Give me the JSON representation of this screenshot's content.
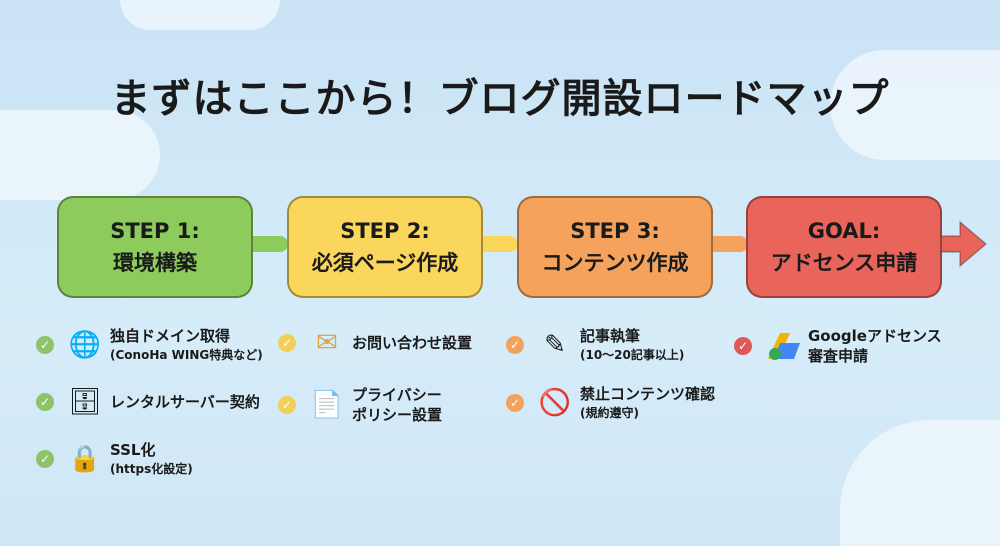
{
  "title": "まずはここから！ブログ開設ロードマップ",
  "colors": {
    "step1": "#8dcc5c",
    "step2": "#fbd65c",
    "step3": "#f5a35c",
    "goal": "#e9655c"
  },
  "steps": [
    {
      "label": "STEP 1:",
      "name": "環境構築"
    },
    {
      "label": "STEP 2:",
      "name": "必須ページ作成"
    },
    {
      "label": "STEP 3:",
      "name": "コンテンツ作成"
    },
    {
      "label": "GOAL:",
      "name": "アドセンス申請"
    }
  ],
  "items": [
    {
      "main": "独自ドメイン取得",
      "sub": "(ConoHa WING特典など)",
      "icon": "globe-icon"
    },
    {
      "main": "レンタルサーバー契約",
      "icon": "server-icon"
    },
    {
      "main": "SSL化",
      "sub": "(https化設定)",
      "icon": "lock-icon"
    },
    {
      "main": "お問い合わせ設置",
      "icon": "envelope-icon"
    },
    {
      "main": "プライバシー",
      "main2": "ポリシー設置",
      "icon": "document-shield-icon"
    },
    {
      "main": "記事執筆",
      "sub": "(10〜20記事以上)",
      "icon": "pencil-icon"
    },
    {
      "main": "禁止コンテンツ確認",
      "sub": "(規約遵守)",
      "icon": "prohibited-icon"
    },
    {
      "main": "Googleアドセンス",
      "main2": "審査申請",
      "icon": "adsense-icon"
    }
  ],
  "icon_glyphs": {
    "check": "✓",
    "globe": "🌐",
    "server": "🗄",
    "lock": "🔒",
    "envelope": "✉",
    "document": "📄",
    "pencil": "✎",
    "prohibited": "🚫"
  }
}
